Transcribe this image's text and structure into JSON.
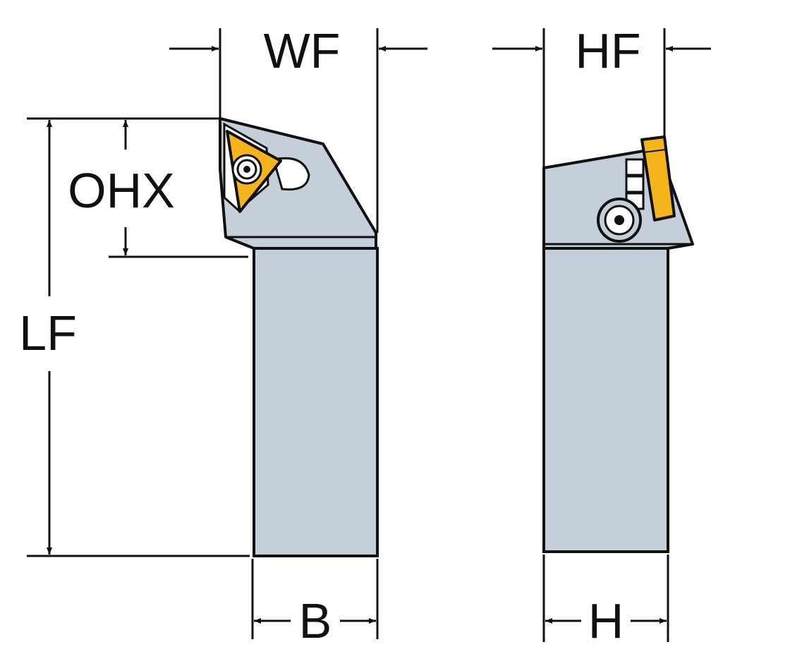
{
  "labels": {
    "wf": "WF",
    "hf": "HF",
    "ohx": "OHX",
    "lf": "LF",
    "b": "B",
    "h": "H"
  },
  "colors": {
    "body": "#c4cfd9",
    "insert": "#f4b41a",
    "outline": "#111111",
    "background": "#ffffff"
  },
  "icons": {
    "front_view_screw": "torx-screw-icon",
    "side_view_screw": "torx-screw-icon"
  }
}
